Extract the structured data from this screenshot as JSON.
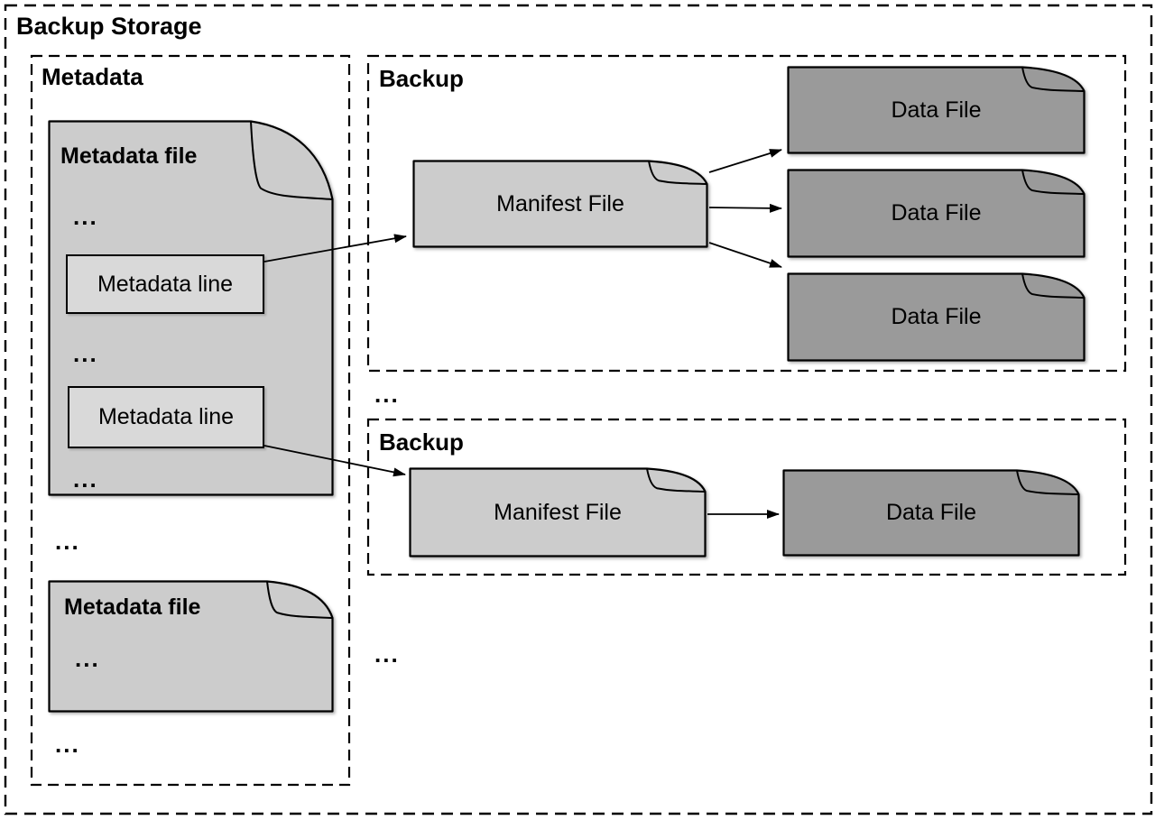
{
  "colors": {
    "doc_light": "#cccccc",
    "doc_dark": "#9a9a9a",
    "line_box": "#d9d9d9",
    "stroke": "#000000"
  },
  "diagram": {
    "outer_label": "Backup Storage",
    "metadata_section": {
      "label": "Metadata",
      "file1": {
        "title": "Metadata file",
        "dots1": "...",
        "line1": "Metadata line",
        "dots2": "...",
        "line2": "Metadata line",
        "dots3": "..."
      },
      "dots_between_files": "...",
      "file2": {
        "title": "Metadata file",
        "dots": "..."
      },
      "dots_after_files": "..."
    },
    "backup1": {
      "label": "Backup",
      "manifest": "Manifest File",
      "data_files": [
        "Data File",
        "Data File",
        "Data File"
      ]
    },
    "dots_between_backups": "...",
    "backup2": {
      "label": "Backup",
      "manifest": "Manifest File",
      "data_file": "Data File"
    },
    "dots_after_backups": "..."
  }
}
